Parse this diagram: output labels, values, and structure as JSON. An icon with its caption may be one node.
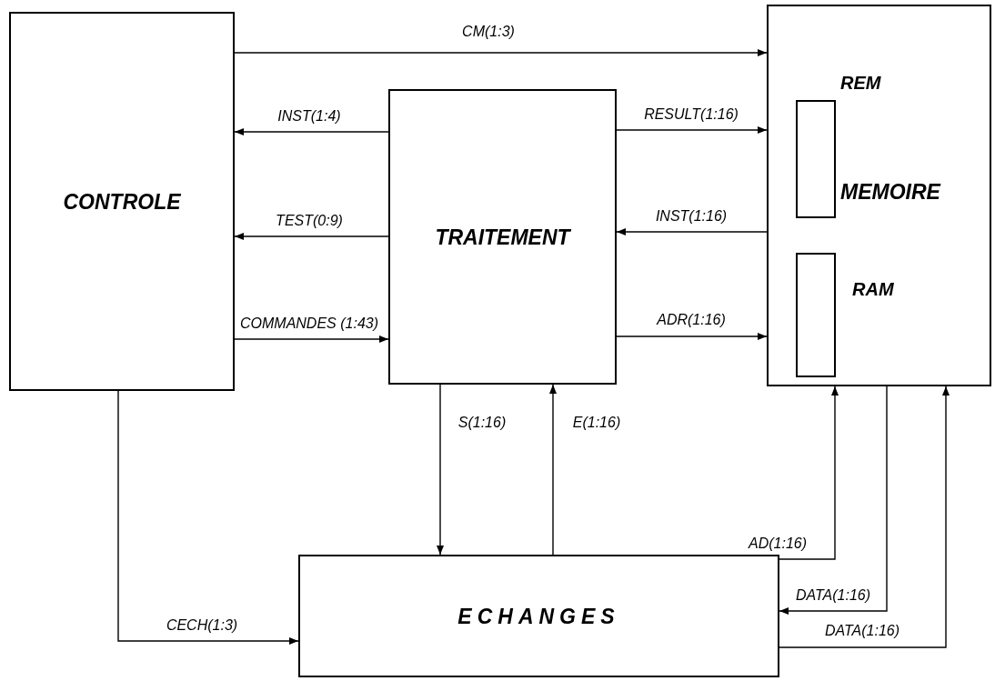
{
  "diagram": {
    "nodes": [
      {
        "text": [
          "CONTROLE"
        ]
      },
      {
        "text": [
          "TRAITEMENT"
        ]
      },
      {
        "text": [
          "MEMOIRE"
        ]
      },
      {
        "text": [],
        "shape": "box",
        "in": 2,
        "beside": [
          "REM"
        ]
      },
      {
        "text": [],
        "shape": "box",
        "in": 2,
        "beside": [
          "RAM"
        ]
      },
      {
        "text": [
          "ECHANGES"
        ]
      }
    ],
    "edges": [
      {
        "from": 0,
        "to": 2,
        "arrow": "to",
        "label": "CM(1:3)"
      },
      {
        "from": 1,
        "to": 0,
        "arrow": "to",
        "label": "INST(1:4)"
      },
      {
        "from": 1,
        "to": 0,
        "arrow": "to",
        "label": "TEST(0:9)"
      },
      {
        "from": 0,
        "to": 1,
        "arrow": "to",
        "label": "COMMANDES (1:43)"
      },
      {
        "from": 1,
        "to": 2,
        "arrow": "to",
        "label": "RESULT(1:16)"
      },
      {
        "from": 2,
        "to": 1,
        "arrow": "to",
        "label": "INST(1:16)"
      },
      {
        "from": 1,
        "to": 2,
        "arrow": "to",
        "label": "ADR(1:16)"
      },
      {
        "from": 1,
        "to": 5,
        "arrow": "to",
        "label": "S(1:16)"
      },
      {
        "from": 5,
        "to": 1,
        "arrow": "to",
        "label": "E(1:16)"
      },
      {
        "from": 0,
        "to": 5,
        "arrow": "to",
        "label": "CECH(1:3)"
      },
      {
        "from": 5,
        "to": 2,
        "arrow": "to",
        "label": "AD(1:16)"
      },
      {
        "from": 2,
        "to": 5,
        "arrow": "to",
        "label": "DATA(1:16)"
      },
      {
        "from": 5,
        "to": 2,
        "arrow": "to",
        "label": "DATA(1:16)"
      }
    ]
  }
}
